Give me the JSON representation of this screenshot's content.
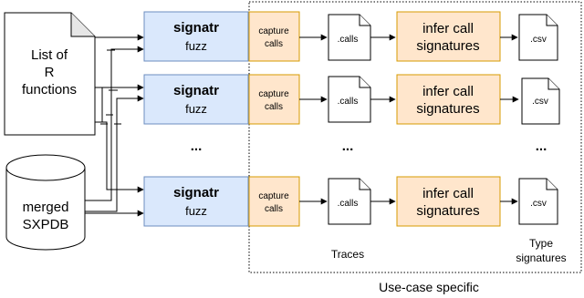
{
  "sources": {
    "functions_doc": [
      "List of",
      "R",
      "functions"
    ],
    "database": [
      "merged",
      "SXPDB"
    ]
  },
  "rows": [
    {
      "tool": "signatr",
      "mode": "fuzz",
      "capture": [
        "capture",
        "calls"
      ],
      "trace_file": ".calls",
      "infer": [
        "infer call",
        "signatures"
      ],
      "output_file": ".csv"
    },
    {
      "tool": "signatr",
      "mode": "fuzz",
      "capture": [
        "capture",
        "calls"
      ],
      "trace_file": ".calls",
      "infer": [
        "infer call",
        "signatures"
      ],
      "output_file": ".csv"
    },
    {
      "tool": "signatr",
      "mode": "fuzz",
      "capture": [
        "capture",
        "calls"
      ],
      "trace_file": ".calls",
      "infer": [
        "infer call",
        "signatures"
      ],
      "output_file": ".csv"
    }
  ],
  "ellipsis": "...",
  "labels": {
    "traces": "Traces",
    "type_signatures": [
      "Type",
      "signatures"
    ],
    "use_case": "Use-case specific"
  },
  "colors": {
    "blue_fill": "#dae8fc",
    "blue_stroke": "#6c8ebf",
    "orange_fill": "#ffe6cc",
    "orange_stroke": "#d79b00"
  }
}
